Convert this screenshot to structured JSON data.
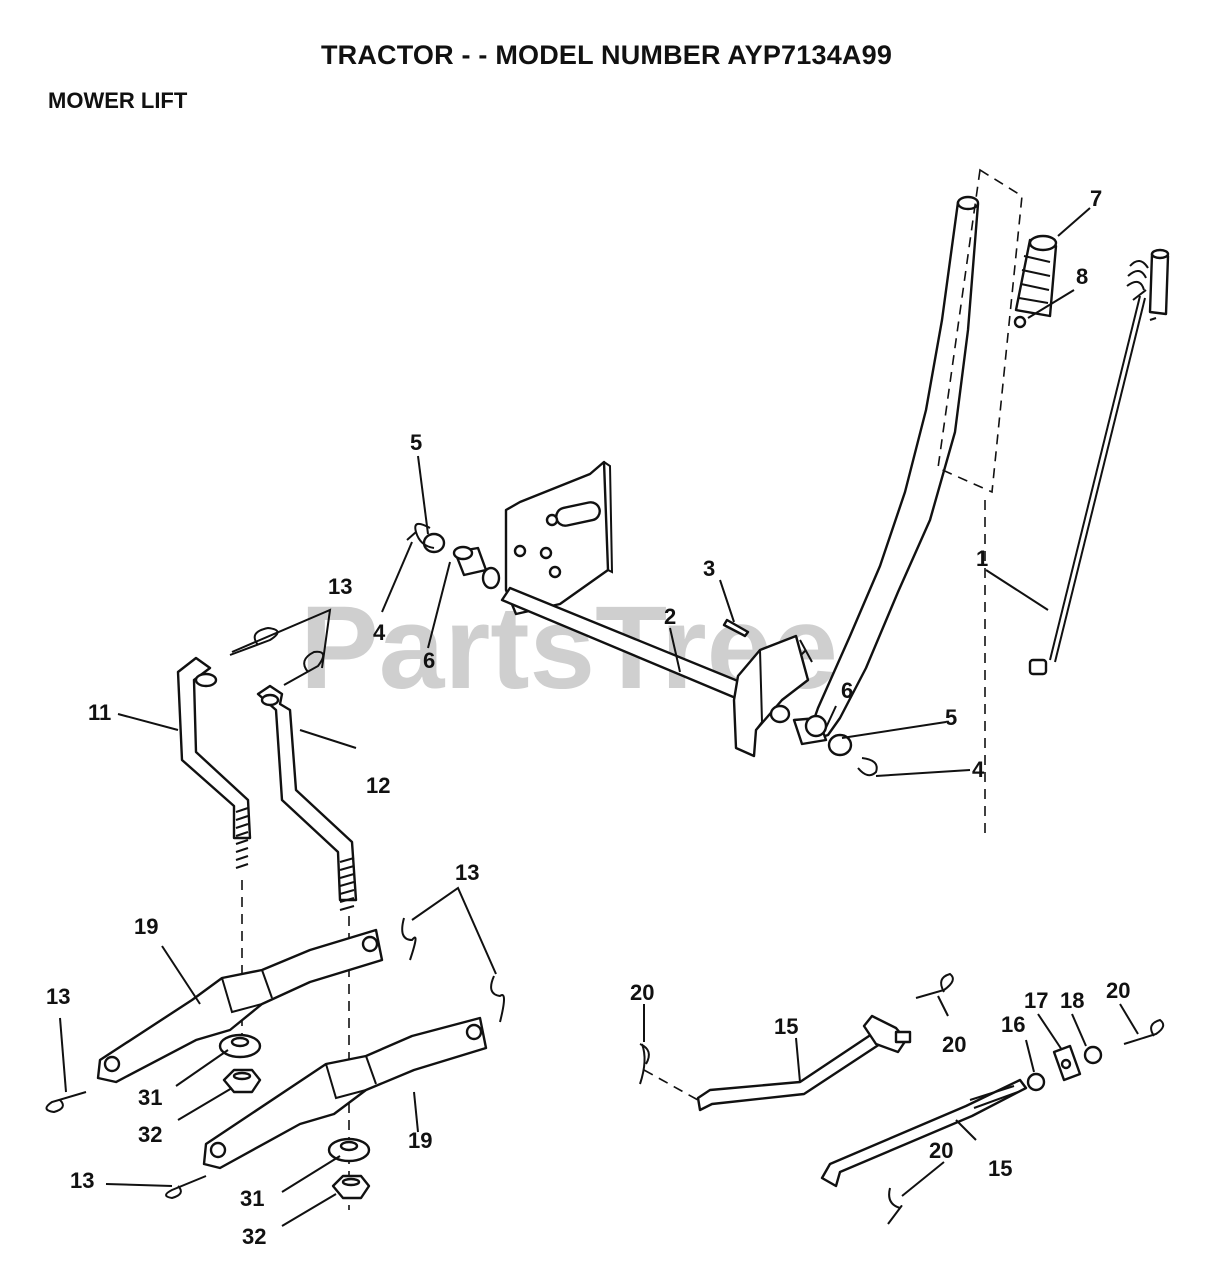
{
  "header": {
    "title": "TRACTOR - - MODEL NUMBER AYP7134A99",
    "section": "MOWER LIFT"
  },
  "watermark": {
    "text": "PartsTree",
    "trademark": "™"
  },
  "callouts": [
    {
      "id": "c1",
      "label": "1"
    },
    {
      "id": "c2",
      "label": "2"
    },
    {
      "id": "c3",
      "label": "3"
    },
    {
      "id": "c4a",
      "label": "4"
    },
    {
      "id": "c4b",
      "label": "4"
    },
    {
      "id": "c5a",
      "label": "5"
    },
    {
      "id": "c5b",
      "label": "5"
    },
    {
      "id": "c6a",
      "label": "6"
    },
    {
      "id": "c6b",
      "label": "6"
    },
    {
      "id": "c7",
      "label": "7"
    },
    {
      "id": "c8",
      "label": "8"
    },
    {
      "id": "c11",
      "label": "11"
    },
    {
      "id": "c12",
      "label": "12"
    },
    {
      "id": "c13a",
      "label": "13"
    },
    {
      "id": "c13b",
      "label": "13"
    },
    {
      "id": "c13c",
      "label": "13"
    },
    {
      "id": "c13d",
      "label": "13"
    },
    {
      "id": "c15a",
      "label": "15"
    },
    {
      "id": "c15b",
      "label": "15"
    },
    {
      "id": "c16",
      "label": "16"
    },
    {
      "id": "c17",
      "label": "17"
    },
    {
      "id": "c18",
      "label": "18"
    },
    {
      "id": "c19a",
      "label": "19"
    },
    {
      "id": "c19b",
      "label": "19"
    },
    {
      "id": "c20a",
      "label": "20"
    },
    {
      "id": "c20b",
      "label": "20"
    },
    {
      "id": "c20c",
      "label": "20"
    },
    {
      "id": "c20d",
      "label": "20"
    },
    {
      "id": "c31a",
      "label": "31"
    },
    {
      "id": "c31b",
      "label": "31"
    },
    {
      "id": "c32a",
      "label": "32"
    },
    {
      "id": "c32b",
      "label": "32"
    }
  ]
}
